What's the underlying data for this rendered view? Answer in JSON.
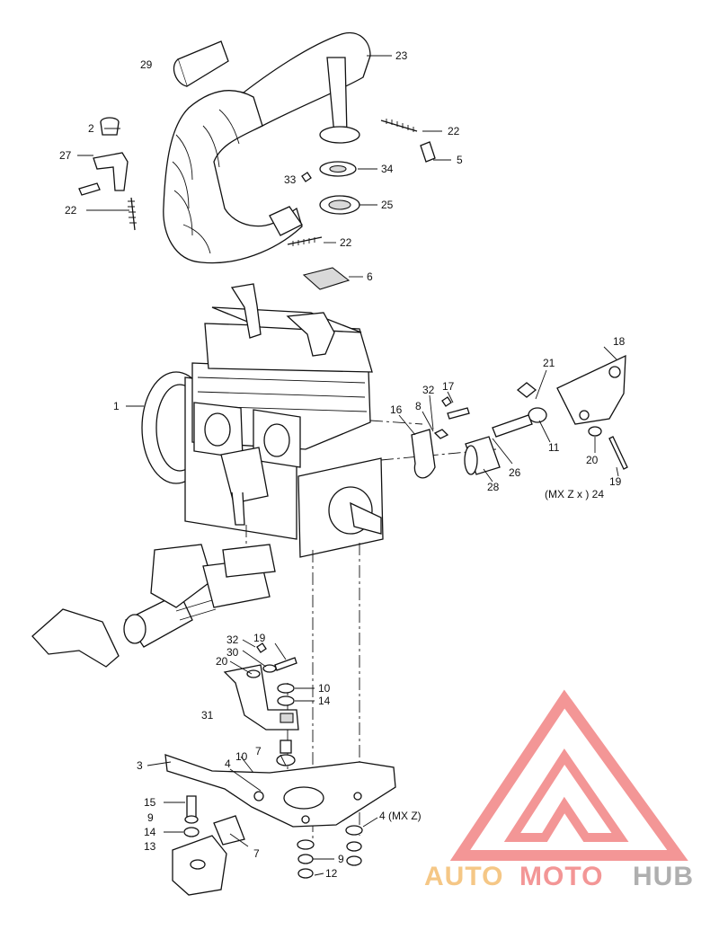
{
  "diagram": {
    "callouts": [
      {
        "id": "c29",
        "text": "29"
      },
      {
        "id": "c23",
        "text": "23"
      },
      {
        "id": "c2",
        "text": "2"
      },
      {
        "id": "c27",
        "text": "27"
      },
      {
        "id": "c22a",
        "text": "22"
      },
      {
        "id": "c22b",
        "text": "22"
      },
      {
        "id": "c5",
        "text": "5"
      },
      {
        "id": "c33a",
        "text": "33"
      },
      {
        "id": "c34",
        "text": "34"
      },
      {
        "id": "c25",
        "text": "25"
      },
      {
        "id": "c22c",
        "text": "22"
      },
      {
        "id": "c6",
        "text": "6"
      },
      {
        "id": "c1",
        "text": "1"
      },
      {
        "id": "c18",
        "text": "18"
      },
      {
        "id": "c21",
        "text": "21"
      },
      {
        "id": "c32a",
        "text": "32"
      },
      {
        "id": "c17",
        "text": "17"
      },
      {
        "id": "c16",
        "text": "16"
      },
      {
        "id": "c8",
        "text": "8"
      },
      {
        "id": "c11",
        "text": "11"
      },
      {
        "id": "c20a",
        "text": "20"
      },
      {
        "id": "c26",
        "text": "26"
      },
      {
        "id": "c28",
        "text": "28"
      },
      {
        "id": "c19a",
        "text": "19"
      },
      {
        "id": "c24",
        "text": "(MX Z x ) 24"
      },
      {
        "id": "c32b",
        "text": "32"
      },
      {
        "id": "c19b",
        "text": "19"
      },
      {
        "id": "c30",
        "text": "30"
      },
      {
        "id": "c20b",
        "text": "20"
      },
      {
        "id": "c10a",
        "text": "10"
      },
      {
        "id": "c14a",
        "text": "14"
      },
      {
        "id": "c31",
        "text": "31"
      },
      {
        "id": "c10b",
        "text": "10"
      },
      {
        "id": "c7a",
        "text": "7"
      },
      {
        "id": "c3",
        "text": "3"
      },
      {
        "id": "c4a",
        "text": "4"
      },
      {
        "id": "c15",
        "text": "15"
      },
      {
        "id": "c9a",
        "text": "9"
      },
      {
        "id": "c14b",
        "text": "14"
      },
      {
        "id": "c13",
        "text": "13"
      },
      {
        "id": "c7b",
        "text": "7"
      },
      {
        "id": "c4b",
        "text": "4 (MX Z)"
      },
      {
        "id": "c9b",
        "text": "9"
      },
      {
        "id": "c12",
        "text": "12"
      }
    ]
  },
  "watermark": {
    "word_auto": "AUTO",
    "word_moto": "MOTO",
    "word_hub": "HUB",
    "color_red": "#f28b8b",
    "color_yellow": "#f5c27a",
    "color_grey": "#a7a7a7"
  }
}
